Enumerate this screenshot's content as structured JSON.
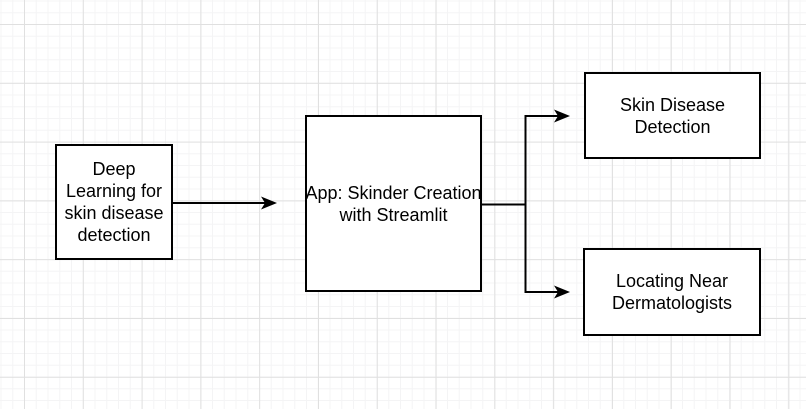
{
  "diagram": {
    "nodes": {
      "deep_learning": {
        "label": "Deep\nLearning for\nskin disease\ndetection"
      },
      "app_skinder": {
        "label": "App: Skinder Creation\nwith Streamlit"
      },
      "skin_disease": {
        "label": "Skin Disease\nDetection"
      },
      "dermatologists": {
        "label": "Locating Near\nDermatologists"
      }
    },
    "colors": {
      "canvas_bg": "#ffffff",
      "grid_minor": "#f4f4f5",
      "grid_major": "#e0e0e0",
      "node_fill": "#ffffff",
      "node_border": "#000000",
      "connector": "#000000",
      "text": "#000000"
    }
  }
}
